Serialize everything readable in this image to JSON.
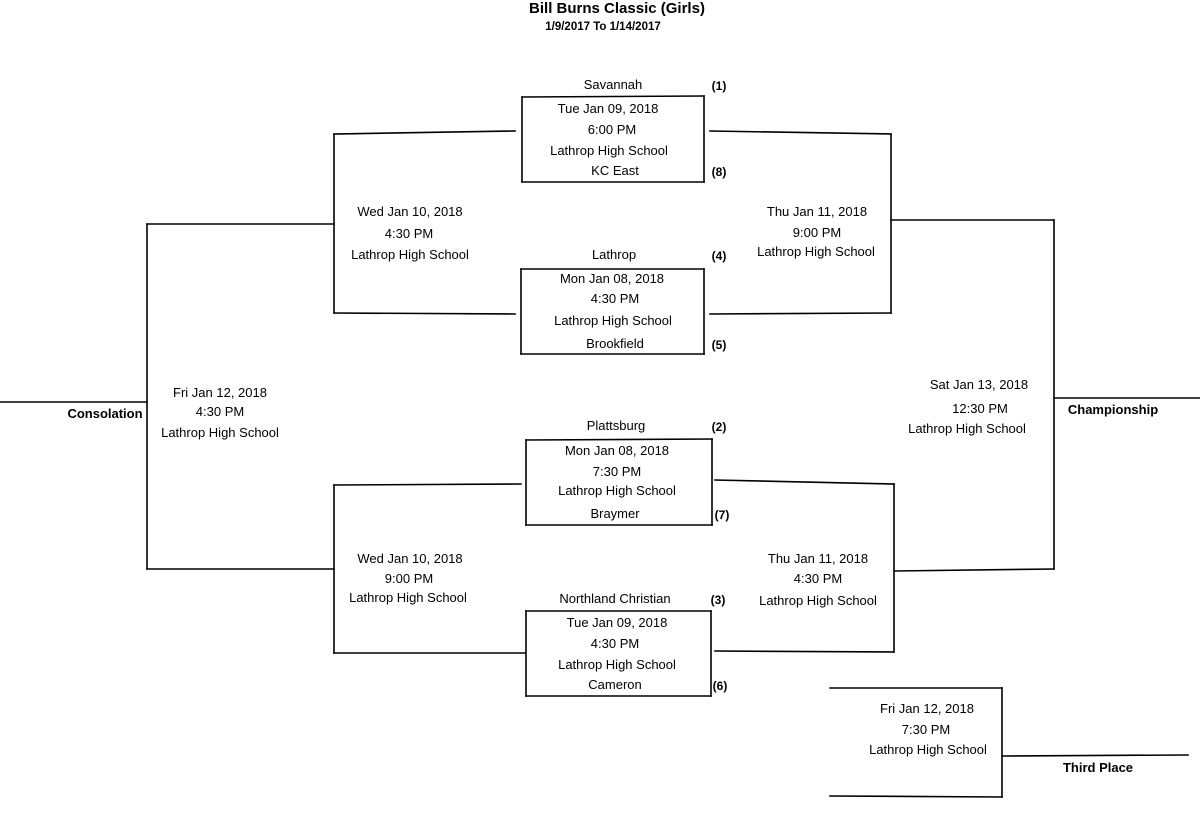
{
  "header": {
    "title": "Bill Burns Classic (Girls)",
    "dates": "1/9/2017 To 1/14/2017"
  },
  "round1": [
    {
      "team_top": "Savannah",
      "seed_top": "(1)",
      "date": "Tue Jan 09, 2018",
      "time": "6:00 PM",
      "venue": "Lathrop High School",
      "team_bottom": "KC East",
      "seed_bottom": "(8)"
    },
    {
      "team_top": "Lathrop",
      "seed_top": "(4)",
      "date": "Mon Jan 08, 2018",
      "time": "4:30 PM",
      "venue": "Lathrop High School",
      "team_bottom": "Brookfield",
      "seed_bottom": "(5)"
    },
    {
      "team_top": "Plattsburg",
      "seed_top": "(2)",
      "date": "Mon Jan 08, 2018",
      "time": "7:30 PM",
      "venue": "Lathrop High School",
      "team_bottom": "Braymer",
      "seed_bottom": "(7)"
    },
    {
      "team_top": "Northland Christian",
      "seed_top": "(3)",
      "date": "Tue Jan 09, 2018",
      "time": "4:30 PM",
      "venue": "Lathrop High School",
      "team_bottom": "Cameron",
      "seed_bottom": "(6)"
    }
  ],
  "consolation_semis": [
    {
      "date": "Wed Jan 10, 2018",
      "time": "4:30 PM",
      "venue": "Lathrop High School"
    },
    {
      "date": "Wed Jan 10, 2018",
      "time": "9:00 PM",
      "venue": "Lathrop High School"
    }
  ],
  "winner_semis": [
    {
      "date": "Thu Jan 11, 2018",
      "time": "9:00 PM",
      "venue": "Lathrop High School"
    },
    {
      "date": "Thu Jan 11, 2018",
      "time": "4:30 PM",
      "venue": "Lathrop High School"
    }
  ],
  "consolation_final": {
    "date": "Fri Jan 12, 2018",
    "time": "4:30 PM",
    "venue": "Lathrop High School",
    "label": "Consolation"
  },
  "championship": {
    "date": "Sat Jan 13, 2018",
    "time": "12:30 PM",
    "venue": "Lathrop High School",
    "label": "Championship"
  },
  "third_place": {
    "date": "Fri Jan 12, 2018",
    "time": "7:30 PM",
    "venue": "Lathrop High School",
    "label": "Third Place"
  }
}
